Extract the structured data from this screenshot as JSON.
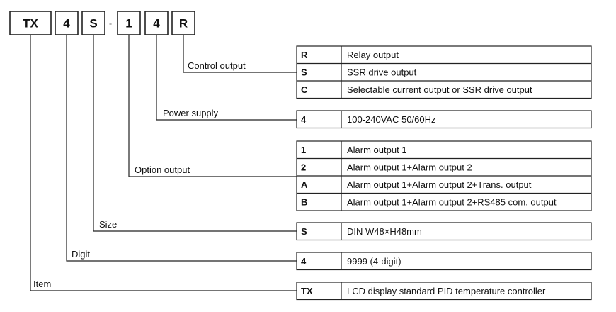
{
  "model_code": [
    {
      "id": "item",
      "text": "TX"
    },
    {
      "id": "digit",
      "text": "4"
    },
    {
      "id": "size",
      "text": "S"
    },
    {
      "id": "separator",
      "text": "-"
    },
    {
      "id": "option",
      "text": "1"
    },
    {
      "id": "power",
      "text": "4"
    },
    {
      "id": "control",
      "text": "R"
    }
  ],
  "groups": [
    {
      "key": "control",
      "label": "Control output",
      "rows": [
        {
          "code": "R",
          "desc": "Relay output"
        },
        {
          "code": "S",
          "desc": "SSR drive output"
        },
        {
          "code": "C",
          "desc": "Selectable current output or SSR drive output"
        }
      ]
    },
    {
      "key": "power",
      "label": "Power supply",
      "rows": [
        {
          "code": "4",
          "desc": "100-240VAC 50/60Hz"
        }
      ]
    },
    {
      "key": "option",
      "label": "Option output",
      "rows": [
        {
          "code": "1",
          "desc": "Alarm output 1"
        },
        {
          "code": "2",
          "desc": "Alarm output 1+Alarm output 2"
        },
        {
          "code": "A",
          "desc": "Alarm output 1+Alarm output 2+Trans. output"
        },
        {
          "code": "B",
          "desc": "Alarm output 1+Alarm output 2+RS485 com. output"
        }
      ]
    },
    {
      "key": "size",
      "label": "Size",
      "rows": [
        {
          "code": "S",
          "desc": "DIN W48×H48mm"
        }
      ]
    },
    {
      "key": "digit",
      "label": "Digit",
      "rows": [
        {
          "code": "4",
          "desc": "9999 (4-digit)"
        }
      ]
    },
    {
      "key": "item",
      "label": "Item",
      "rows": [
        {
          "code": "TX",
          "desc": "LCD display standard PID temperature controller"
        }
      ]
    }
  ]
}
